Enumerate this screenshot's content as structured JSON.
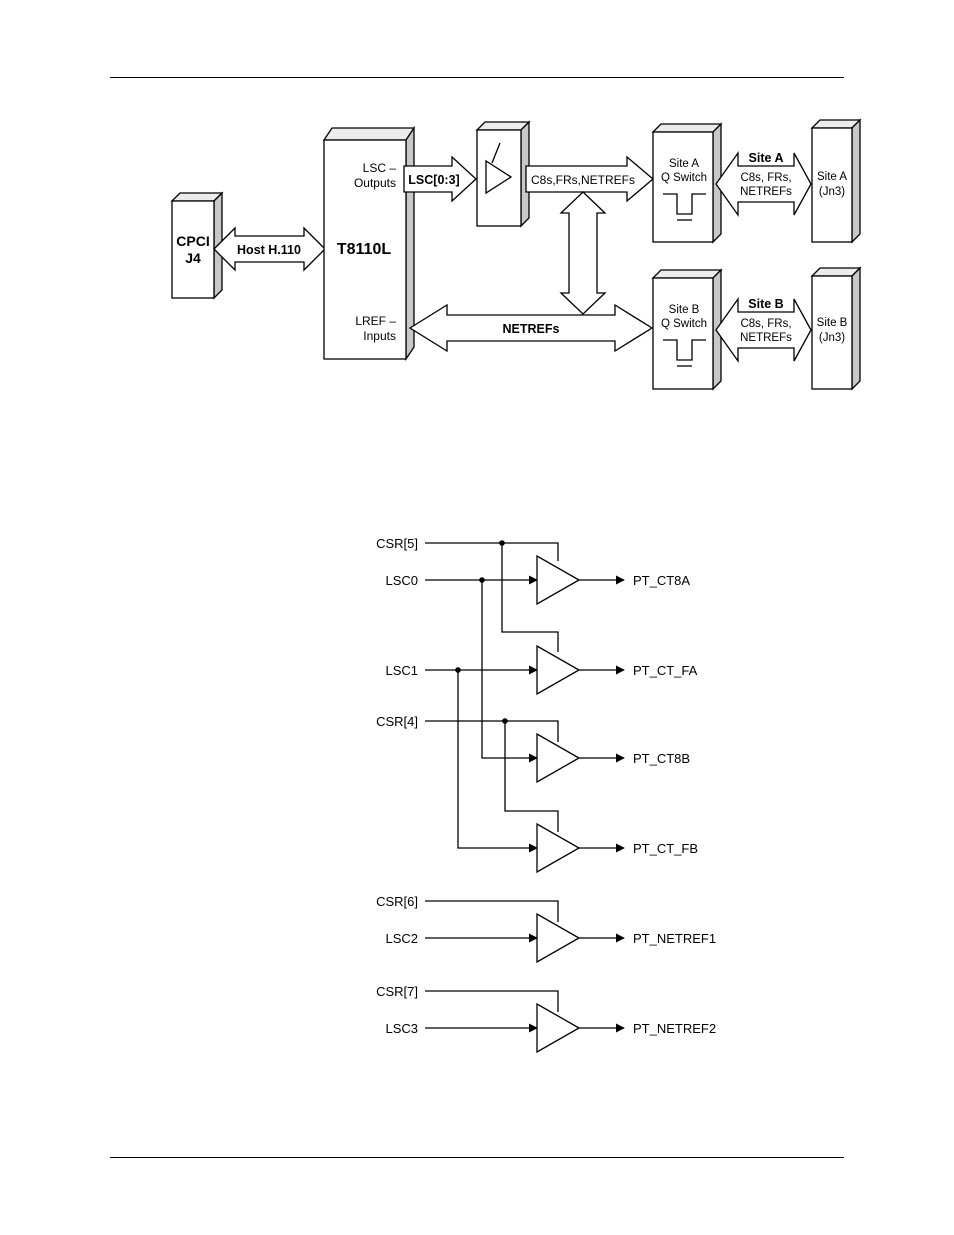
{
  "block_diagram": {
    "cpci": {
      "line1": "CPCI",
      "line2": "J4"
    },
    "host_bus": "Host H.110",
    "t8110": {
      "name": "T8110L",
      "lsc_outputs_1": "LSC –",
      "lsc_outputs_2": "Outputs",
      "lref_inputs_1": "LREF –",
      "lref_inputs_2": "Inputs"
    },
    "lsc_bus": "LSC[0:3]",
    "buffer_out": "C8s,FRs,NETREFs",
    "netrefs_bus": "NETREFs",
    "site_a_switch": {
      "line1": "Site A",
      "line2": "Q Switch"
    },
    "site_b_switch": {
      "line1": "Site B",
      "line2": "Q Switch"
    },
    "site_a_bus": {
      "title": "Site A",
      "line1": "C8s, FRs,",
      "line2": "NETREFs"
    },
    "site_b_bus": {
      "title": "Site B",
      "line1": "C8s, FRs,",
      "line2": "NETREFs"
    },
    "site_a_conn": {
      "line1": "Site A",
      "line2": "(Jn3)"
    },
    "site_b_conn": {
      "line1": "Site B",
      "line2": "(Jn3)"
    }
  },
  "logic_diagram": {
    "inputs": {
      "csr5": "CSR[5]",
      "lsc0": "LSC0",
      "lsc1": "LSC1",
      "csr4": "CSR[4]",
      "csr6": "CSR[6]",
      "lsc2": "LSC2",
      "csr7": "CSR[7]",
      "lsc3": "LSC3"
    },
    "outputs": {
      "ct8a": "PT_CT8A",
      "ct_fa": "PT_CT_FA",
      "ct8b": "PT_CT8B",
      "ct_fb": "PT_CT_FB",
      "netref1": "PT_NETREF1",
      "netref2": "PT_NETREF2"
    }
  }
}
